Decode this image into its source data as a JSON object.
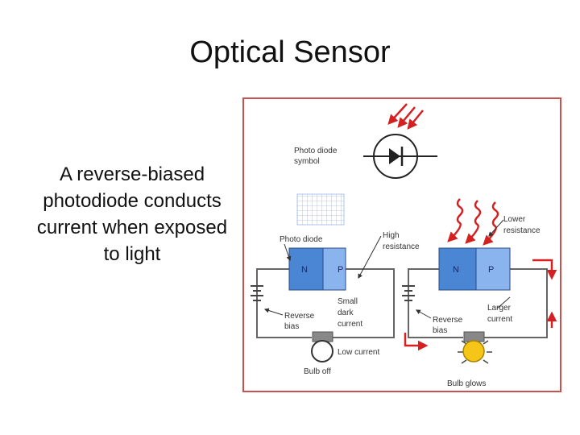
{
  "slide": {
    "title": "Optical Sensor",
    "body_lines": [
      "A reverse-biased",
      "photodiode conducts",
      "current when exposed",
      "to light"
    ]
  },
  "diagram": {
    "symbol_label": [
      "Photo diode",
      "symbol"
    ],
    "photodiode_label": "Photo diode",
    "high_resistance": [
      "High",
      "resistance"
    ],
    "lower_resistance": [
      "Lower",
      "resistance"
    ],
    "n_label": "N",
    "p_label": "P",
    "reverse_bias": [
      "Reverse",
      "bias"
    ],
    "small_dark_current": [
      "Small",
      "dark",
      "current"
    ],
    "larger_current": [
      "Larger",
      "current"
    ],
    "low_current": "Low current",
    "bulb_off": "Bulb off",
    "bulb_glows": "Bulb glows",
    "colors": {
      "border": "#c8504e",
      "n_region": "#4a86d4",
      "p_region": "#8ab4ee",
      "arrow_red": "#d42020",
      "wire": "#666666",
      "bulb_glow": "#f5c518"
    }
  }
}
